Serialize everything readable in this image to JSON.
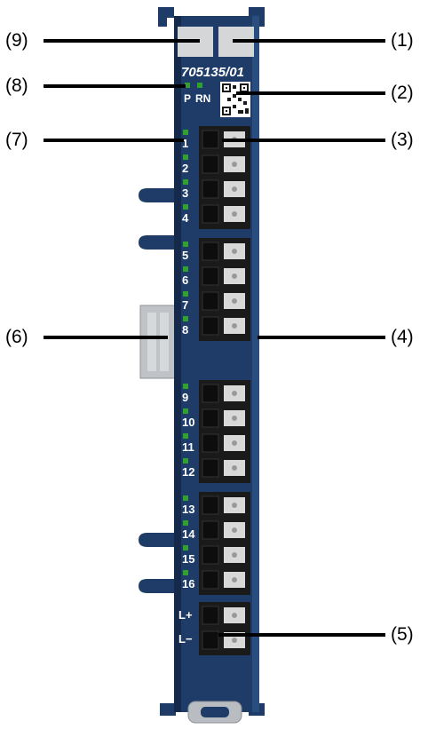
{
  "module": {
    "part_number": "705135/01",
    "led_labels": {
      "power": "P",
      "run": "RN"
    },
    "channel_labels": [
      "1",
      "2",
      "3",
      "4",
      "5",
      "6",
      "7",
      "8",
      "9",
      "10",
      "11",
      "12",
      "13",
      "14",
      "15",
      "16"
    ],
    "supply_labels": [
      "L+",
      "L−"
    ],
    "colors": {
      "housing": "#1f3c68",
      "housing_dark": "#15294a",
      "terminal": "#1a1a1a",
      "spring": "#d8d8d8",
      "led_green": "#2fa12f",
      "latch": "#bfc3c7"
    }
  },
  "callouts": [
    {
      "label": "(9)",
      "side": "left"
    },
    {
      "label": "(8)",
      "side": "left"
    },
    {
      "label": "(7)",
      "side": "left"
    },
    {
      "label": "(6)",
      "side": "left"
    },
    {
      "label": "(1)",
      "side": "right"
    },
    {
      "label": "(2)",
      "side": "right"
    },
    {
      "label": "(3)",
      "side": "right"
    },
    {
      "label": "(4)",
      "side": "right"
    },
    {
      "label": "(5)",
      "side": "right"
    }
  ]
}
